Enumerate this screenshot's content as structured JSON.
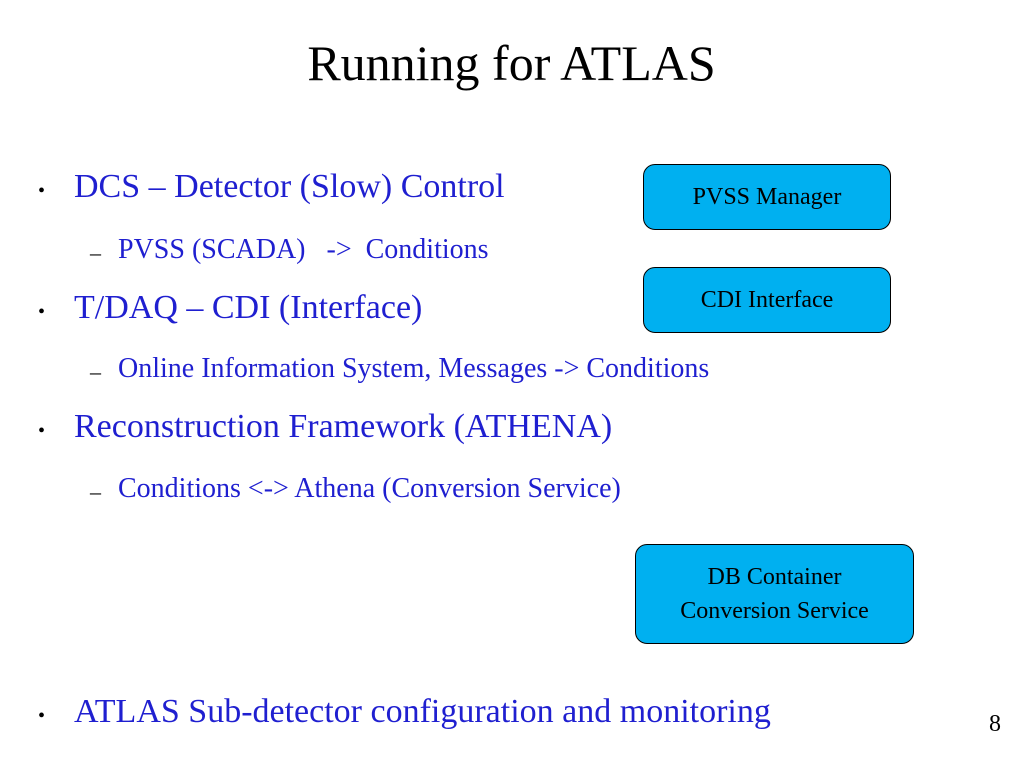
{
  "slide": {
    "title": "Running for ATLAS",
    "page_number": "8"
  },
  "bullets": [
    {
      "marker": "•",
      "text": "DCS – Detector (Slow) Control",
      "sub": {
        "marker": "–",
        "text": "PVSS (SCADA)   ->  Conditions"
      }
    },
    {
      "marker": "•",
      "text": "T/DAQ – CDI (Interface)",
      "sub": {
        "marker": "–",
        "text": "Online Information System, Messages -> Conditions"
      }
    },
    {
      "marker": "•",
      "text": "Reconstruction Framework (ATHENA)",
      "sub": {
        "marker": "–",
        "text": "Conditions <-> Athena (Conversion Service)"
      }
    },
    {
      "marker": "•",
      "text": "ATLAS Sub-detector configuration and monitoring"
    }
  ],
  "boxes": {
    "pvss_manager": "PVSS Manager",
    "cdi_interface": "CDI Interface",
    "db_container": "DB Container\nConversion Service"
  },
  "colors": {
    "bullet_text": "#1f1fd0",
    "box_fill": "#00b0f0",
    "box_border": "#000000"
  }
}
